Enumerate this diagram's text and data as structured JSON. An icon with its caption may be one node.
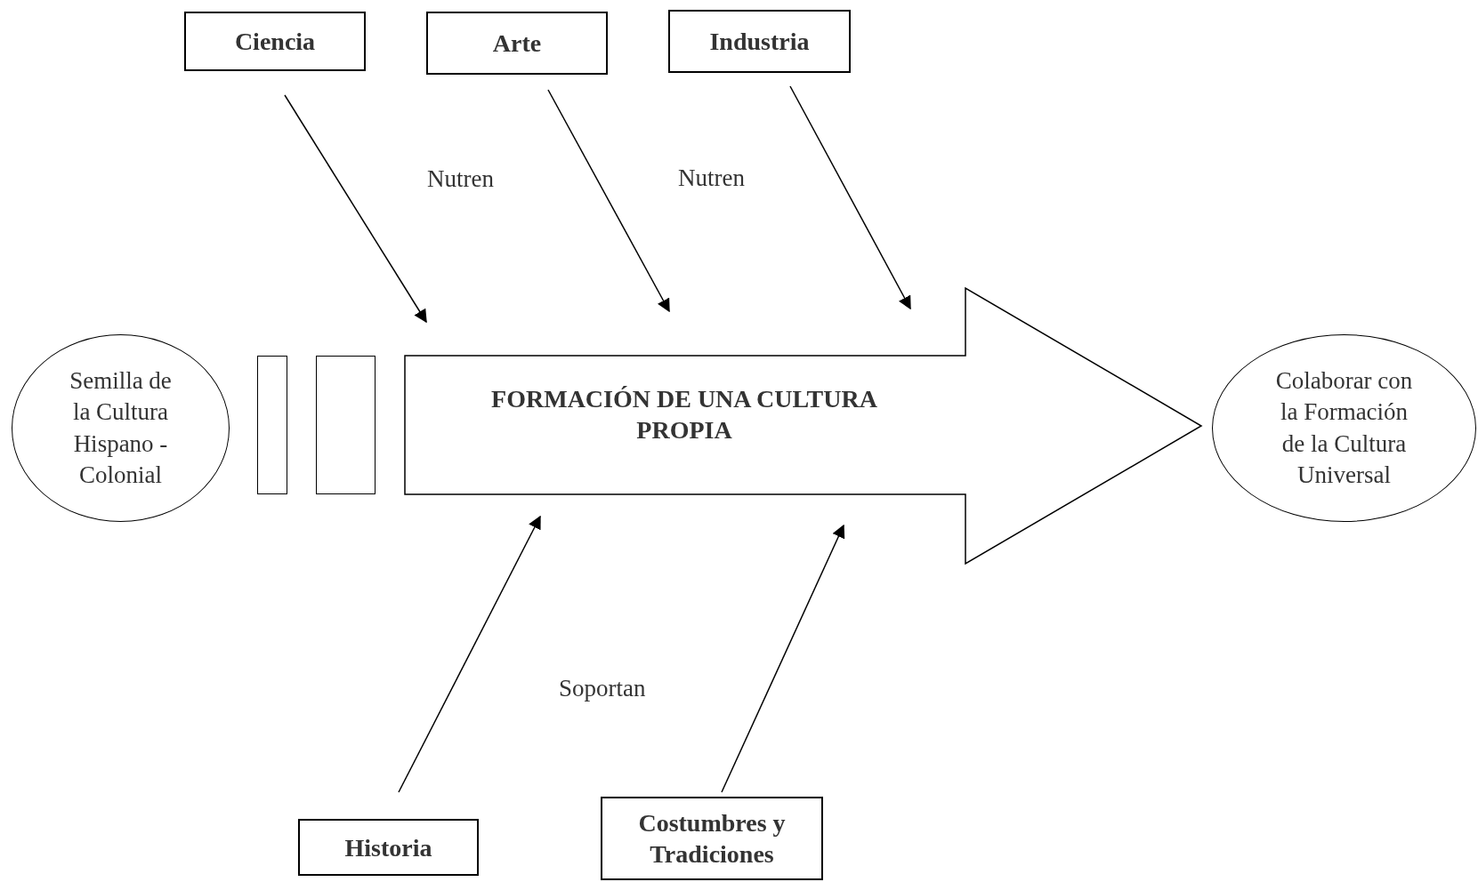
{
  "diagram": {
    "nodes": [
      {
        "text": [
          "Ciencia"
        ]
      },
      {
        "text": [
          "Arte"
        ]
      },
      {
        "text": [
          "Industria"
        ]
      },
      {
        "text": [
          "Semilla de la Cultura Hispano - Colonial"
        ]
      },
      {
        "text": [],
        "shape": "box"
      },
      {
        "text": [],
        "shape": "box"
      },
      {
        "text": [
          "FORMACIÓN DE UNA CULTURA PROPIA"
        ]
      },
      {
        "text": [
          "Colaborar con la Formación de la Cultura Universal"
        ]
      },
      {
        "text": [
          "Historia"
        ]
      },
      {
        "text": [
          "Costumbres y Tradiciones"
        ]
      }
    ],
    "edges": [
      {
        "from": 0,
        "to": 6,
        "arrow": "to"
      },
      {
        "from": 1,
        "to": 6,
        "arrow": "to"
      },
      {
        "from": 2,
        "to": 6,
        "arrow": "to"
      },
      {
        "from": 8,
        "to": 6,
        "arrow": "to"
      },
      {
        "from": 9,
        "to": 6,
        "arrow": "to"
      }
    ],
    "labels": [
      "Nutren",
      "Nutren",
      "Soportan"
    ]
  }
}
